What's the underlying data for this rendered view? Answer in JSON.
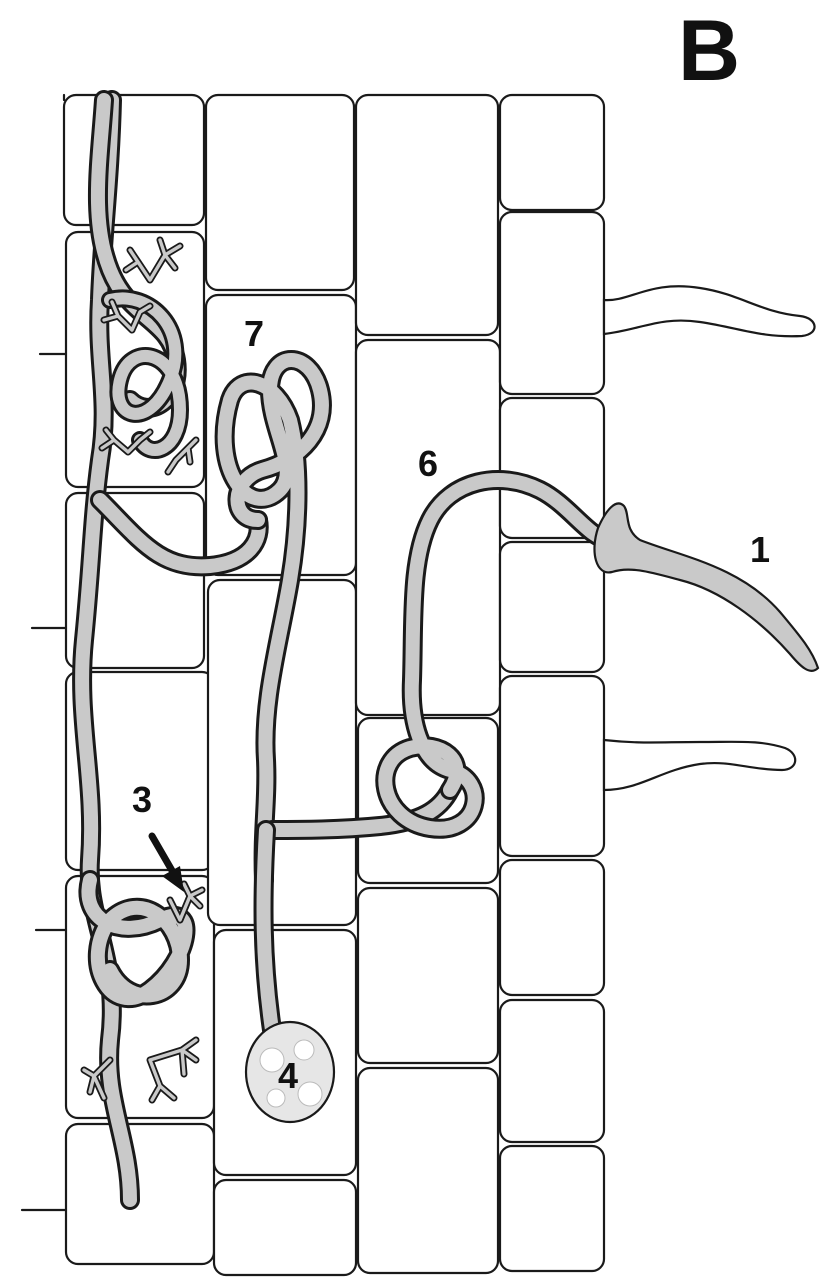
{
  "panel_label": "B",
  "labels": {
    "extraradical_hypha": "1",
    "arbuscule": "3",
    "vesicle": "4",
    "intercellular_hypha": "6",
    "coil": "7"
  },
  "colors": {
    "hypha_fill": "#c9c9c9",
    "outline": "#1a1a1a",
    "background": "#ffffff"
  }
}
